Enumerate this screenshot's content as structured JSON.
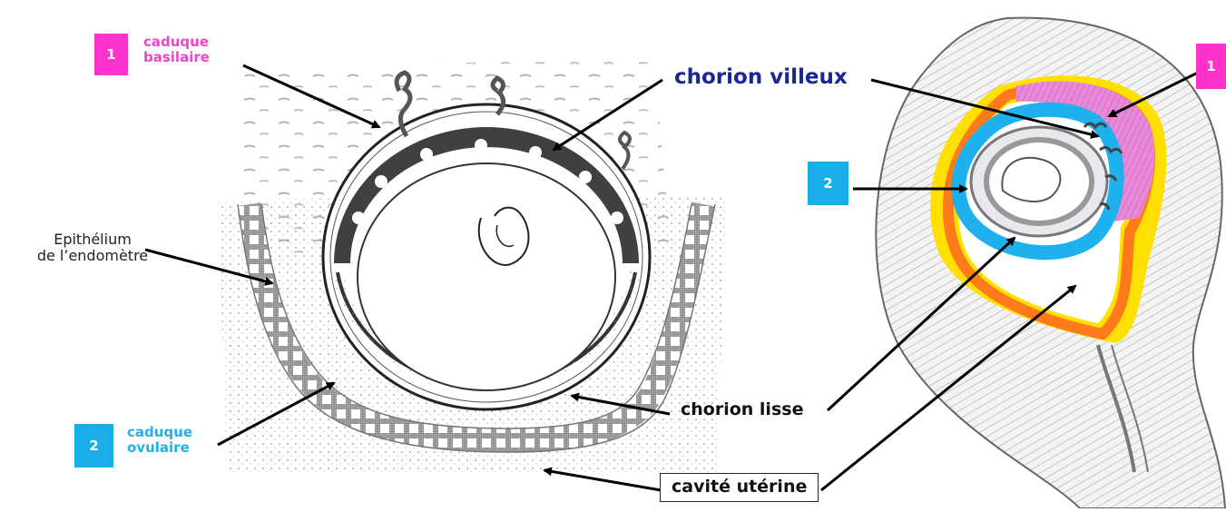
{
  "labels": {
    "badge_1": "1",
    "badge_2": "2",
    "caduque_basilaire": [
      "caduque",
      "basilaire"
    ],
    "caduque_ovulaire": [
      "caduque",
      "ovulaire"
    ],
    "chorion_villeux": "chorion villeux",
    "chorion_lisse": "chorion lisse",
    "cavite_uterine": "cavité utérine",
    "epithelium": [
      "Epithélium",
      "de l’endomètre"
    ]
  },
  "colors": {
    "badge_1": "#ff33cc",
    "badge_2": "#19aee8",
    "caduque_basilaire_text": "#ee44c8",
    "caduque_ovulaire_text": "#1fb0e6",
    "chorion_villeux_text": "#1a2696",
    "basal_decidua_fill": "#e77ad8",
    "ovular_decidua_ring": "#1fb0ee",
    "chorion_ring": "#ff7a1a",
    "outer_ring": "#ffe000"
  }
}
